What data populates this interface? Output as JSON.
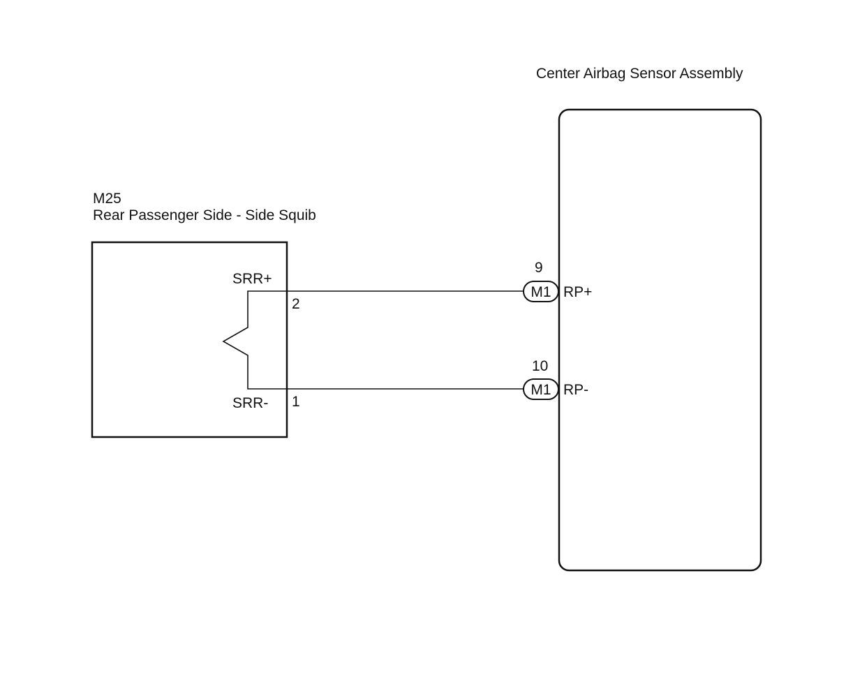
{
  "sensor_assembly": {
    "title": "Center Airbag Sensor Assembly"
  },
  "squib": {
    "connector_id": "M25",
    "title": "Rear Passenger Side - Side Squib",
    "pins": [
      {
        "name": "SRR+",
        "number": "2"
      },
      {
        "name": "SRR-",
        "number": "1"
      }
    ]
  },
  "connections": [
    {
      "pin_number": "9",
      "connector": "M1",
      "terminal": "RP+"
    },
    {
      "pin_number": "10",
      "connector": "M1",
      "terminal": "RP-"
    }
  ],
  "colors": {
    "line": "#111111",
    "background": "#ffffff"
  }
}
